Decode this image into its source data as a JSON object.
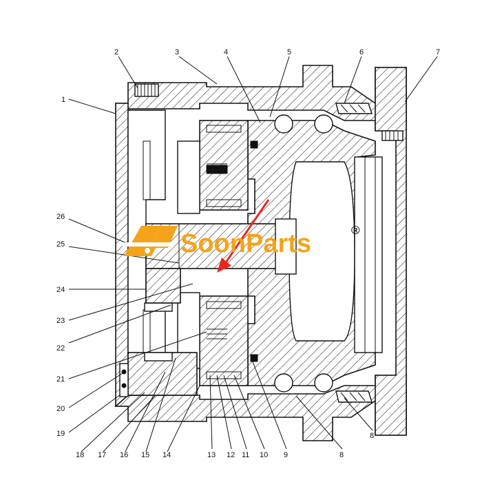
{
  "watermark": {
    "brand": "SoonParts",
    "registered": "®",
    "color": "#f5a31a"
  },
  "arrow_color": "#e8281e",
  "callouts": [
    {
      "id": "1",
      "label": "1"
    },
    {
      "id": "2",
      "label": "2"
    },
    {
      "id": "3",
      "label": "3"
    },
    {
      "id": "4",
      "label": "4"
    },
    {
      "id": "5",
      "label": "5"
    },
    {
      "id": "6",
      "label": "6"
    },
    {
      "id": "7",
      "label": "7"
    },
    {
      "id": "8a",
      "label": "8"
    },
    {
      "id": "8b",
      "label": "8"
    },
    {
      "id": "9",
      "label": "9"
    },
    {
      "id": "10",
      "label": "10"
    },
    {
      "id": "11",
      "label": "11"
    },
    {
      "id": "12",
      "label": "12"
    },
    {
      "id": "13",
      "label": "13"
    },
    {
      "id": "14",
      "label": "14"
    },
    {
      "id": "15",
      "label": "15"
    },
    {
      "id": "16",
      "label": "16"
    },
    {
      "id": "17",
      "label": "17"
    },
    {
      "id": "18",
      "label": "18"
    },
    {
      "id": "19",
      "label": "19"
    },
    {
      "id": "20",
      "label": "20"
    },
    {
      "id": "21",
      "label": "21"
    },
    {
      "id": "22",
      "label": "22"
    },
    {
      "id": "23",
      "label": "23"
    },
    {
      "id": "24",
      "label": "24"
    },
    {
      "id": "25",
      "label": "25"
    },
    {
      "id": "26",
      "label": "26"
    }
  ]
}
